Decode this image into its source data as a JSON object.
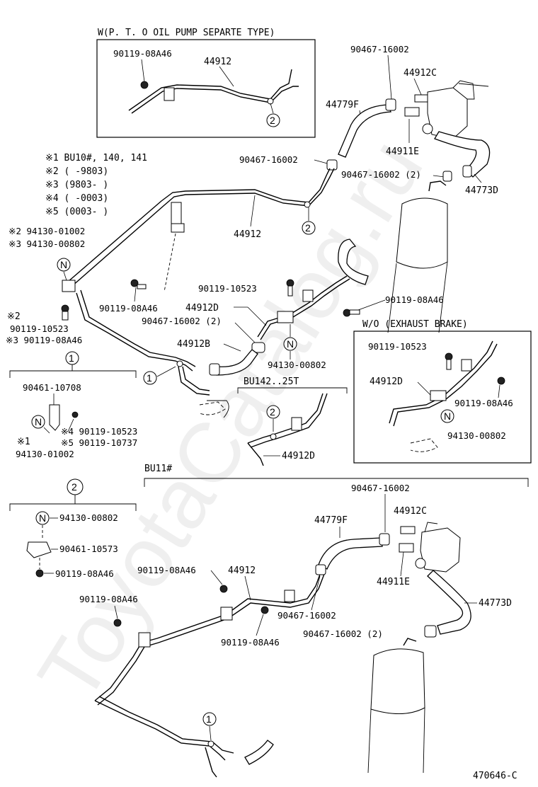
{
  "labels": {
    "pto_title": "W(P. T. O OIL PUMP SEPARTE TYPE)",
    "pto_bolt": "90119-08A46",
    "pto_pipe": "44912",
    "notes_1": "※1 BU10#, 140, 141",
    "notes_2": "※2 (      -9803)",
    "notes_3": "※3 (9803-      )",
    "notes_4": "※4 (      -0003)",
    "notes_5": "※5 (0003-      )",
    "clip_top_right_a": "90467-16002",
    "valve_top": "44912C",
    "hose_top": "44779F",
    "union_top": "44911E",
    "clip_top_mid": "90467-16002",
    "clip_top_2": "90467-16002 (2)",
    "hose_right_top": "44773D",
    "pipe_main_top": "44912",
    "grom_2_a": "※2 94130-01002",
    "grom_3_a": "※3 94130-00802",
    "bolt_left_mid": "90119-08A46",
    "bolt_center": "90119-10523",
    "bolt_right_mid": "90119-08A46",
    "pipe_d_top": "44912D",
    "clip_mid_2": "90467-16002 (2)",
    "hose_b": "44912B",
    "bolt_note2": "※2",
    "bolt_note2_num": "90119-10523",
    "bolt_note3": "※3 90119-08A46",
    "grom_center": "94130-00802",
    "wo_title": "W/O (EXHAUST  BRAKE)",
    "wo_bolt_a": "90119-10523",
    "wo_pipe": "44912D",
    "wo_bolt_b": "90119-08A46",
    "wo_grom": "94130-00802",
    "det1_bracket": "90461-10708",
    "det1_bolt4": "※4 90119-10523",
    "det1_bolt5": "※5 90119-10737",
    "det1_note": "※1",
    "det1_grom": "94130-01002",
    "bu142_title": "BU142..25T",
    "bu142_pipe": "44912D",
    "bu11_title": "BU11#",
    "det2_grom": "94130-00802",
    "det2_bracket": "90461-10573",
    "det2_bolt": "90119-08A46",
    "b_clip_a": "90467-16002",
    "b_valve": "44912C",
    "b_hose": "44779F",
    "b_union": "44911E",
    "b_bolt_a": "90119-08A46",
    "b_pipe": "44912",
    "b_bolt_b": "90119-08A46",
    "b_clip_b": "90467-16002",
    "b_hose_right": "44773D",
    "b_bolt_c": "90119-08A46",
    "b_clip_c": "90467-16002 (2)",
    "ref": "470646-C",
    "watermark": "ToyotaCatalog.ru"
  },
  "callouts": {
    "one": "1",
    "two": "2",
    "n": "N"
  }
}
